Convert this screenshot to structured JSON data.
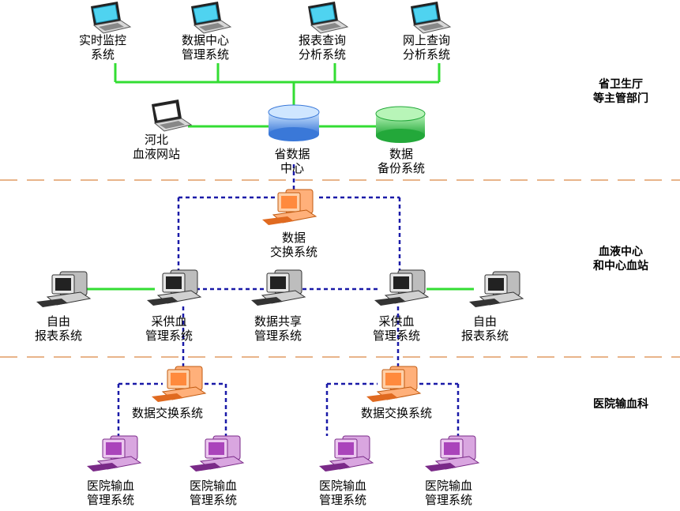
{
  "tiers": {
    "province": [
      "省卫生厅",
      "等主管部门"
    ],
    "blood_center": [
      "血液中心",
      "和中心血站"
    ],
    "hospital": [
      "医院输血科"
    ]
  },
  "province": {
    "laptops": [
      {
        "lines": [
          "实时监控",
          "系统"
        ]
      },
      {
        "lines": [
          "数据中心",
          "管理系统"
        ]
      },
      {
        "lines": [
          "报表查询",
          "分析系统"
        ]
      },
      {
        "lines": [
          "网上查询",
          "分析系统"
        ]
      }
    ],
    "website": [
      "河北",
      "血液网站"
    ],
    "data_center": [
      "省数据",
      "中心"
    ],
    "backup": [
      "数据",
      "备份系统"
    ]
  },
  "blood_center": {
    "exchange": [
      "数据",
      "交换系统"
    ],
    "self_report_left": [
      "自由",
      "报表系统"
    ],
    "supply_left": [
      "采供血",
      "管理系统"
    ],
    "data_share": [
      "数据共享",
      "管理系统"
    ],
    "supply_right": [
      "采供血",
      "管理系统"
    ],
    "self_report_right": [
      "自由",
      "报表系统"
    ]
  },
  "hospital": {
    "exchange_left": [
      "数据交换系统"
    ],
    "exchange_right": [
      "数据交换系统"
    ],
    "systems": [
      {
        "lines": [
          "医院输血",
          "管理系统"
        ]
      },
      {
        "lines": [
          "医院输血",
          "管理系统"
        ]
      },
      {
        "lines": [
          "医院输血",
          "管理系统"
        ]
      },
      {
        "lines": [
          "医院输血",
          "管理系统"
        ]
      }
    ]
  },
  "colors": {
    "solid_link": "#33dd33",
    "dashed_link": "#1a1aa8",
    "tier_divider": "#e8b48a",
    "laptop_screen": "#33ccee",
    "exchange_pc": "#ff8a3d",
    "hospital_pc": "#aa44bb",
    "database_blue": "#5599ee",
    "database_green": "#33cc55"
  }
}
